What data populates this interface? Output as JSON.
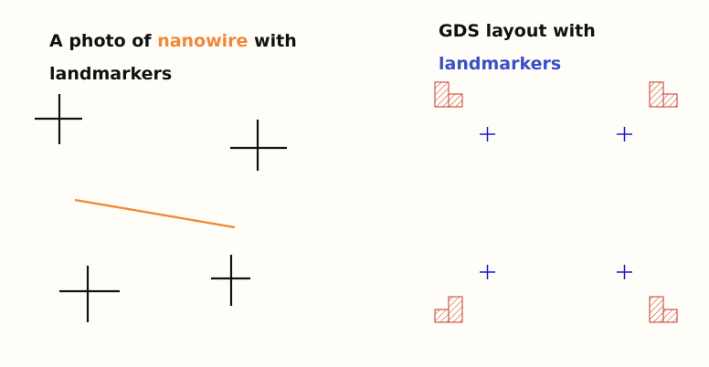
{
  "left_panel": {
    "caption_prefix": "A photo of ",
    "caption_highlight": "nanowire",
    "caption_suffix": " with",
    "caption_line2": "landmarkers",
    "highlight_color": "#f0883a"
  },
  "right_panel": {
    "caption_line1": "GDS layout with",
    "caption_highlight": "landmarkers",
    "highlight_color": "#3b4fc4"
  },
  "colors": {
    "background": "#fffdf7",
    "photo_marker": "#111111",
    "nanowire": "#f0883a",
    "gds_cross": "#1a1ad6",
    "gds_hatch": "#c0392b"
  }
}
